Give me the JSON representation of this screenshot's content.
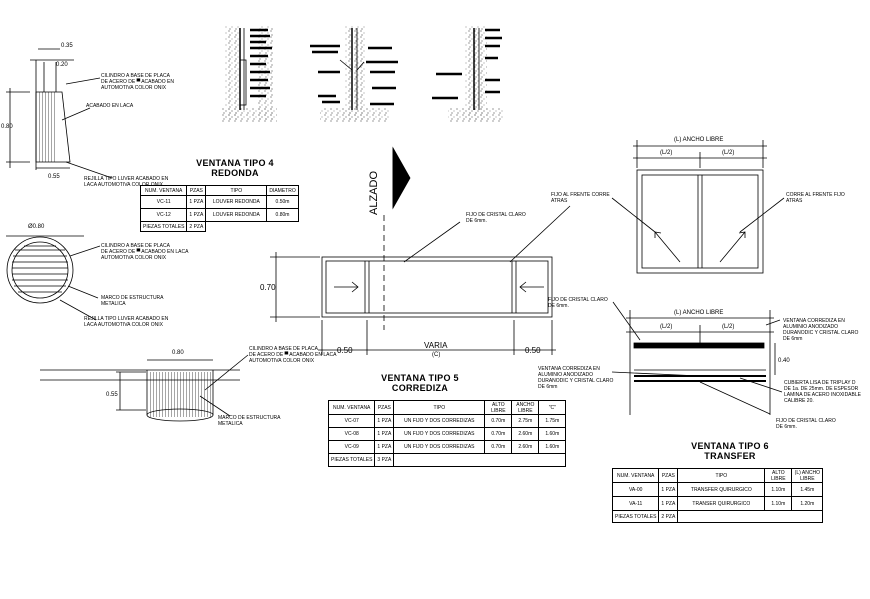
{
  "tipo4": {
    "title_1": "VENTANA  TIPO 4",
    "title_2": "REDONDA",
    "headers": [
      "NUM. VENTANA",
      "PZAS",
      "TIPO",
      "DIAMETRO"
    ],
    "rows": [
      [
        "VC-11",
        "1 PZA",
        "LOUVER  REDONDA",
        "0.50m"
      ],
      [
        "VC-12",
        "1 PZA",
        "LOUVER  REDONDA",
        "0.80m"
      ]
    ],
    "total": [
      "PIEZAS TOTALES",
      "2 PZA"
    ]
  },
  "tipo5": {
    "title_1": "VENTANA  TIPO 5",
    "title_2": "CORREDIZA",
    "headers": [
      "NUM. VENTANA",
      "PZAS",
      "TIPO",
      "ALTO LIBRE",
      "ANCHO LIBRE",
      "\"C\""
    ],
    "rows": [
      [
        "VC-07",
        "1 PZA",
        "UN  FIJO  Y  DOS  CORREDIZAS",
        "0.70m",
        "2.75m",
        "1.75m"
      ],
      [
        "VC-08",
        "1 PZA",
        "UN  FIJO  Y  DOS  CORREDIZAS",
        "0.70m",
        "2.60m",
        "1.60m"
      ],
      [
        "VC-09",
        "1 PZA",
        "UN  FIJO  Y  DOS  CORREDIZAS",
        "0.70m",
        "2.60m",
        "1.60m"
      ]
    ],
    "total": [
      "PIEZAS TOTALES",
      "3 PZA"
    ]
  },
  "tipo6": {
    "title_1": "VENTANA  TIPO 6",
    "title_2": "TRANSFER",
    "headers": [
      "NUM. VENTANA",
      "PZAS",
      "TIPO",
      "ALTO LIBRE",
      "(L)  ANCHO LIBRE"
    ],
    "rows": [
      [
        "VA-00",
        "1 PZA",
        "TRANSFER  QUIRURGICO",
        "1.10m",
        "1.45m"
      ],
      [
        "VA-11",
        "1 PZA",
        "TRANSER  QUIRURGICO",
        "1.10m",
        "1.20m"
      ]
    ],
    "total": [
      "PIEZAS TOTALES",
      "2 PZA"
    ]
  },
  "dims": {
    "d035": "0.35",
    "d020": "0.20",
    "d080": "0.80",
    "d055a": "0.55",
    "diam": "Ø0.80",
    "d080b": "0.80",
    "d055b": "0.55",
    "d070": "0.70",
    "d050l": "0.50",
    "d050r": "0.50",
    "varia": "VARIA",
    "varia_c": "(C)",
    "ancho_top": "(L) ANCHO LIBRE",
    "l2a": "(L/2)",
    "l2b": "(L/2)",
    "ancho_mid": "(L) ANCHO LIBRE",
    "l2c": "(L/2)",
    "l2d": "(L/2)",
    "d040": "0.40"
  },
  "labels": {
    "cil1": "CILINDRO A BASE DE PLACA\nDE ACERO DE ▀ ACABADO EN\nAUTOMOTIVA COLOR ONIX",
    "acab": "ACABADO EN LACA",
    "rej1": "REJILLA TIPO LUVER ACABADO EN\nLACA AUTOMOTIVA COLOR ONIX",
    "cil2": "CILINDRO A BASE DE PLACA\nDE ACERO DE ▀ ACABADO EN LACA\nAUTOMOTIVA COLOR ONIX",
    "marco1": "MARCO DE ESTRUCTURA\nMETALICA",
    "rej2": "REJILLA TIPO LUVER ACABADO EN\nLACA AUTOMOTIVA COLOR ONIX",
    "cil3": "CILINDRO A BASE DE PLACA\nDE ACERO DE ▀ ACABADO EN LACA\nAUTOMOTIVA COLOR ONIX",
    "marco2": "MARCO DE ESTRUCTURA\nMETALICA",
    "alzado": "ALZADO",
    "fijo_cristal": "FIJO DE CRISTAL CLARO\nDE 6mm.",
    "fijo_frente": "FIJO AL FRENTE CORRE\nATRAS",
    "corre_frente": "CORRE AL FRENTE FIJO\nATRAS",
    "fijo_cristal2": "FIJO DE CRISTAL CLARO\nDE 6mm.",
    "vent_corr1": "VENTANA CORREDIZA EN\nALUMINIO ANODIZADO\nDURANODIC Y CRISTAL CLARO\nDE 6mm",
    "vent_corr2": "VENTANA CORREDIZA EN\nALUMINIO ANODIZADO\nDURANODIC Y CRISTAL CLARO\nDE 6mm",
    "cubierta": "CUBIERTA LISA DE TRIPLAY D\nDE 1a. DE 25mm. DE ESPESOR\nLAMINA DE ACERO INOXIDABLE\nCALIBRE 20.",
    "fijo_cristal3": "FIJO DE CRISTAL CLARO\nDE 6mm."
  }
}
